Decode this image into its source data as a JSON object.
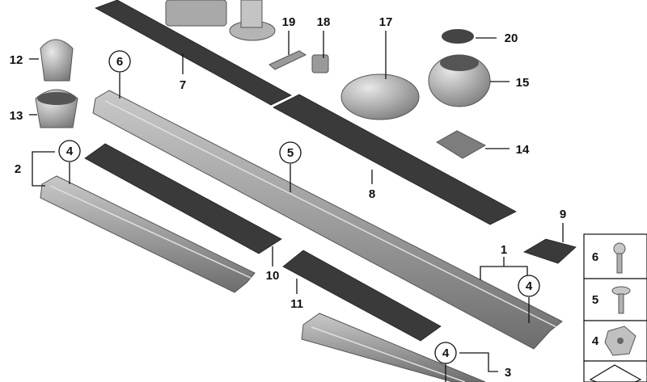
{
  "callouts": {
    "p1": "1",
    "p2": "2",
    "p3": "3",
    "p4a": "4",
    "p4b": "4",
    "p4c": "4",
    "p5": "5",
    "p6": "6",
    "p7": "7",
    "p8": "8",
    "p9": "9",
    "p10": "10",
    "p11": "11",
    "p12": "12",
    "p13": "13",
    "p14": "14",
    "p15": "15",
    "p17": "17",
    "p18": "18",
    "p19": "19",
    "p20": "20"
  },
  "legend": {
    "item6": "6",
    "item5": "5",
    "item4": "4"
  }
}
